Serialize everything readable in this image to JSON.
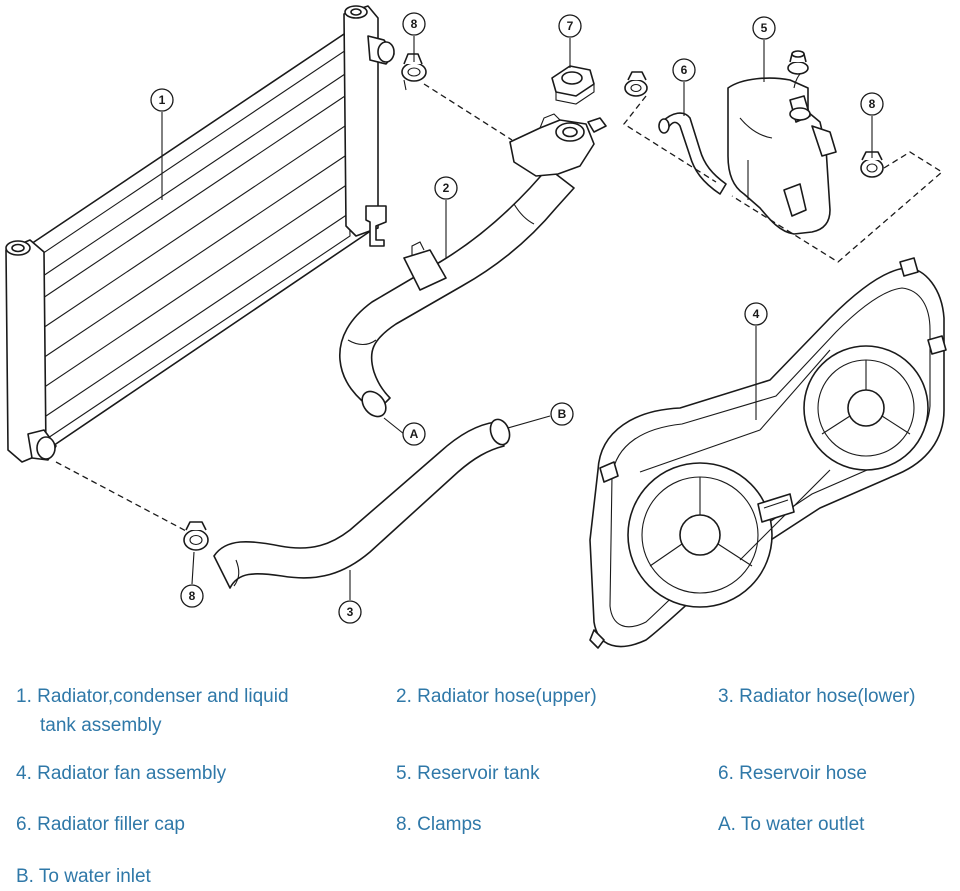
{
  "callouts": {
    "c1": "1",
    "c2": "2",
    "c3": "3",
    "c4": "4",
    "c5": "5",
    "c6": "6",
    "c7": "7",
    "c8a": "8",
    "c8b": "8",
    "c8c": "8",
    "cA": "A",
    "cB": "B"
  },
  "legend": {
    "item1_line1": "1. Radiator,condenser and liquid",
    "item1_line2": "tank assembly",
    "item2": "2. Radiator hose(upper)",
    "item3": "3. Radiator hose(lower)",
    "item4": "4. Radiator fan assembly",
    "item5": "5. Reservoir tank",
    "item6": "6. Reservoir hose",
    "item7": "6. Radiator filler cap",
    "item8": "8. Clamps",
    "itemA": "A. To water outlet",
    "itemB": "B. To water inlet"
  },
  "colors": {
    "legend_text": "#2f78a8",
    "line_art": "#1a1a1a"
  }
}
